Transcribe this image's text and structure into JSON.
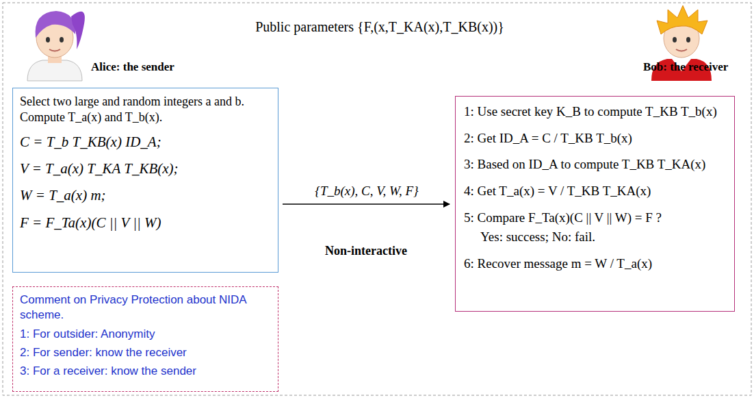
{
  "diagram": {
    "title": "Public parameters {F,(x,T_KA(x),T_KB(x))}",
    "nodes": [
      {
        "text": [
          "Select two large and random integers a and b. Compute T_a(x) and T_b(x).",
          "C = T_b T_KB(x) ID_A;",
          "V = T_a(x) T_KA T_KB(x);",
          "W = T_a(x) m;",
          "F = F_Ta(x)(C || V || W)"
        ]
      },
      {
        "text": [
          "1: Use secret key K_B to compute T_KB T_b(x)",
          "2: Get ID_A = C / T_KB T_b(x)",
          "3: Based on ID_A to compute T_KB T_KA(x)",
          "4: Get T_a(x) = V / T_KB T_KA(x)",
          "5: Compare F_Ta(x)(C || V || W) = F ?",
          "Yes: success; No: fail.",
          "6: Recover message m = W / T_a(x)"
        ]
      },
      {
        "text": [
          "Comment on Privacy Protection about NIDA scheme.",
          "1: For outsider: Anonymity",
          "2: For sender: know the receiver",
          "3: For a receiver: know the sender"
        ]
      }
    ],
    "edges": [
      {
        "from": 0,
        "to": 1,
        "label": "{T_b(x), C, V, W, F}",
        "arrow": "to"
      }
    ],
    "labels": [
      "Alice: the sender",
      "Bob: the receiver",
      "Non-interactive"
    ]
  }
}
